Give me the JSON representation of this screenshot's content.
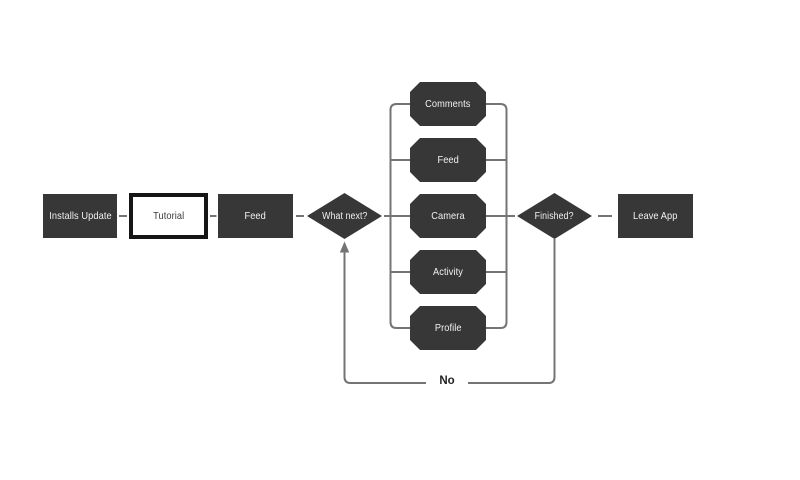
{
  "diagram": {
    "colors": {
      "background": "#ffffff",
      "node_fill": "#373737",
      "node_text": "#f2f2f2",
      "line": "#747474",
      "highlight_border": "#161616"
    },
    "nodes": {
      "installs_update": {
        "label": "Installs Update",
        "shape": "rectangle"
      },
      "tutorial": {
        "label": "Tutorial",
        "shape": "rectangle-highlighted"
      },
      "feed_main": {
        "label": "Feed",
        "shape": "rectangle"
      },
      "what_next": {
        "label": "What next?",
        "shape": "decision-diamond"
      },
      "comments": {
        "label": "Comments",
        "shape": "octagon"
      },
      "feed_option": {
        "label": "Feed",
        "shape": "octagon"
      },
      "camera": {
        "label": "Camera",
        "shape": "octagon"
      },
      "activity": {
        "label": "Activity",
        "shape": "octagon"
      },
      "profile": {
        "label": "Profile",
        "shape": "octagon"
      },
      "finished": {
        "label": "Finished?",
        "shape": "decision-diamond"
      },
      "leave_app": {
        "label": "Leave App",
        "shape": "rectangle"
      }
    },
    "edges": {
      "no_loop_label": "No"
    }
  }
}
